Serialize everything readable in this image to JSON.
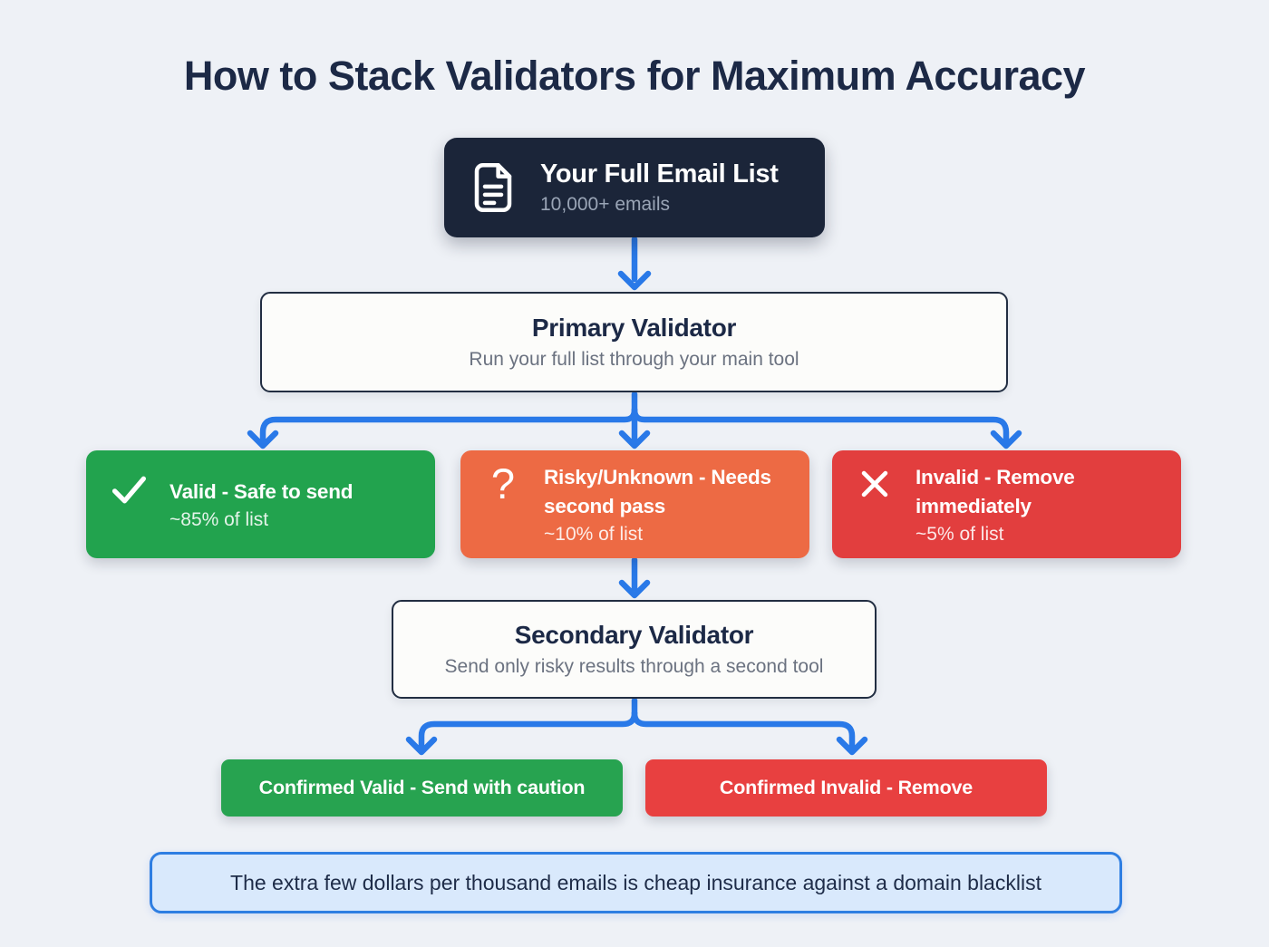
{
  "title": "How to Stack Validators for Maximum Accuracy",
  "colors": {
    "background": "#eef1f6",
    "navy": "#1b2539",
    "arrow_blue": "#2979e8",
    "box_border": "#222e42",
    "note_bg": "#d9e9fc",
    "note_border": "#2e7ee2",
    "muted_dark": "#9aa5b6",
    "muted_gray": "#6b7280"
  },
  "source": {
    "icon": "document-icon",
    "title": "Your Full Email List",
    "subtitle": "10,000+ emails"
  },
  "primary_validator": {
    "title": "Primary Validator",
    "subtitle": "Run your full list through your main tool"
  },
  "outcomes": [
    {
      "icon": "check-icon",
      "title": "Valid - Safe to send",
      "share": "~85% of list",
      "color": "#22a34e"
    },
    {
      "icon": "question-icon",
      "glyph": "?",
      "title": "Risky/Unknown - Needs second pass",
      "share": "~10% of list",
      "color": "#ed6a44"
    },
    {
      "icon": "x-icon",
      "title": "Invalid - Remove immediately",
      "share": "~5% of list",
      "color": "#e23e3e"
    }
  ],
  "secondary_validator": {
    "title": "Secondary Validator",
    "subtitle": "Send only risky results through a second tool"
  },
  "final_outcomes": [
    {
      "label": "Confirmed Valid - Send with caution",
      "color": "#27a350"
    },
    {
      "label": "Confirmed Invalid - Remove",
      "color": "#e84040"
    }
  ],
  "note": "The extra few dollars per thousand emails is cheap insurance against a domain blacklist"
}
